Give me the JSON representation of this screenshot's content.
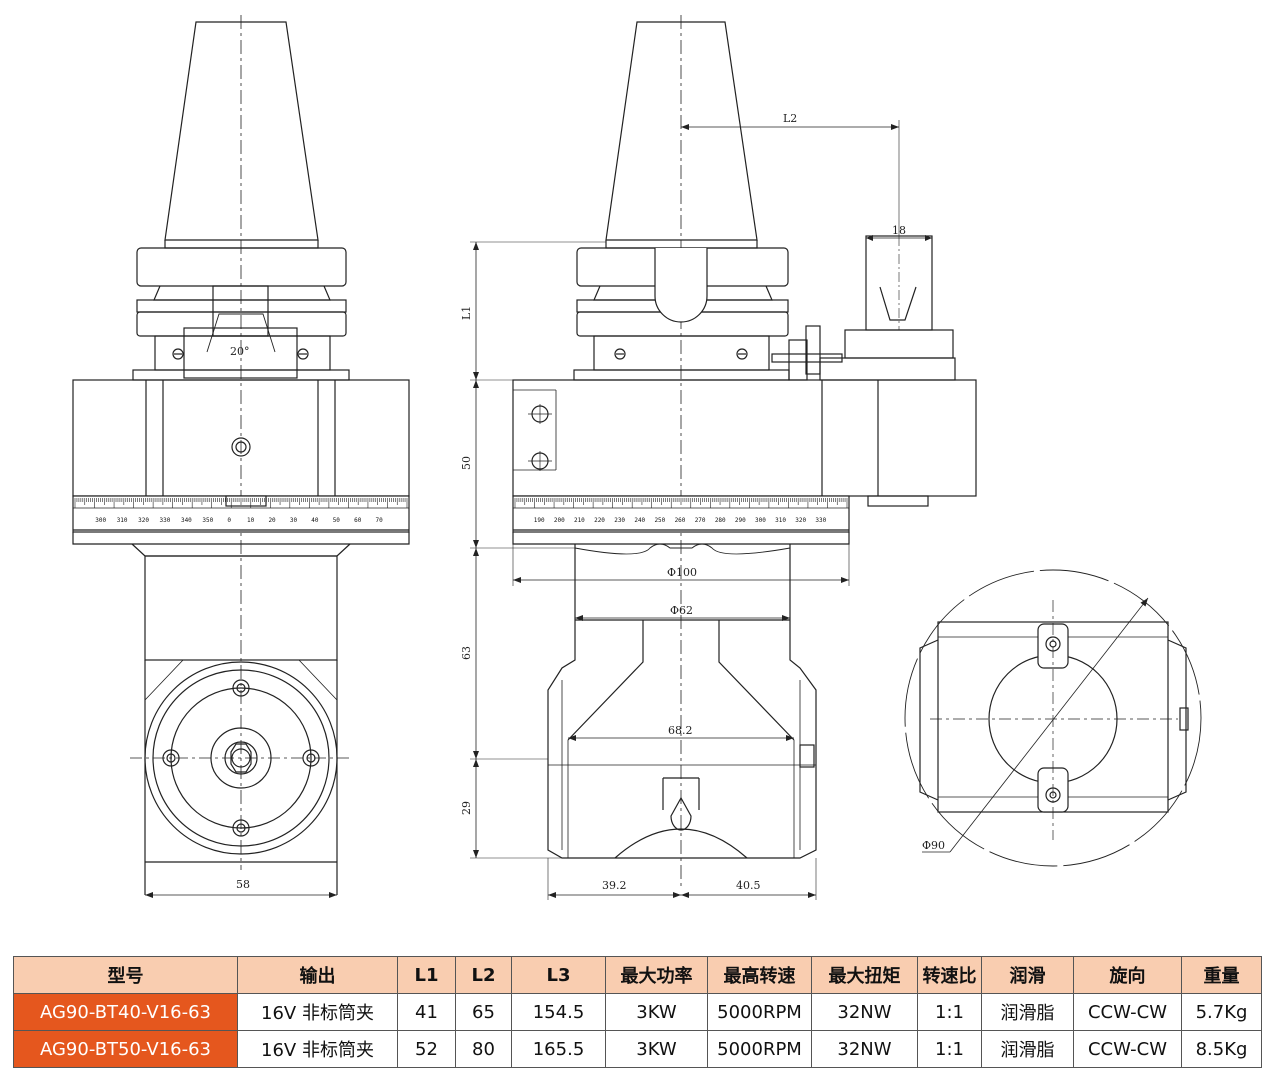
{
  "drawing": {
    "angle_label": "20°",
    "dims": {
      "L1": "L1",
      "L2": "L2",
      "w18": "18",
      "d50": "50",
      "d63": "63",
      "d29": "29",
      "phi100": "Φ100",
      "phi62": "Φ62",
      "d68_2": "68.2",
      "d58": "58",
      "d39_2": "39.2",
      "d40_5": "40.5",
      "phi90": "Φ90"
    },
    "scale_front": [
      "300",
      "310",
      "320",
      "330",
      "340",
      "350",
      "0",
      "10",
      "20",
      "30",
      "40",
      "50",
      "60",
      "70"
    ],
    "scale_side": [
      "190",
      "200",
      "210",
      "220",
      "230",
      "240",
      "250",
      "260",
      "270",
      "280",
      "290",
      "300",
      "310",
      "320",
      "330"
    ]
  },
  "table": {
    "header": [
      "型号",
      "输出",
      "L1",
      "L2",
      "L3",
      "最大功率",
      "最高转速",
      "最大扭矩",
      "转速比",
      "润滑",
      "旋向",
      "重量"
    ],
    "rows": [
      [
        "AG90-BT40-V16-63",
        "16V 非标筒夹",
        "41",
        "65",
        "154.5",
        "3KW",
        "5000RPM",
        "32NW",
        "1:1",
        "润滑脂",
        "CCW-CW",
        "5.7Kg"
      ],
      [
        "AG90-BT50-V16-63",
        "16V 非标筒夹",
        "52",
        "80",
        "165.5",
        "3KW",
        "5000RPM",
        "32NW",
        "1:1",
        "润滑脂",
        "CCW-CW",
        "8.5Kg"
      ]
    ]
  },
  "colors": {
    "header_bg": "#f9cdb0",
    "model_bg": "#e5571e"
  }
}
